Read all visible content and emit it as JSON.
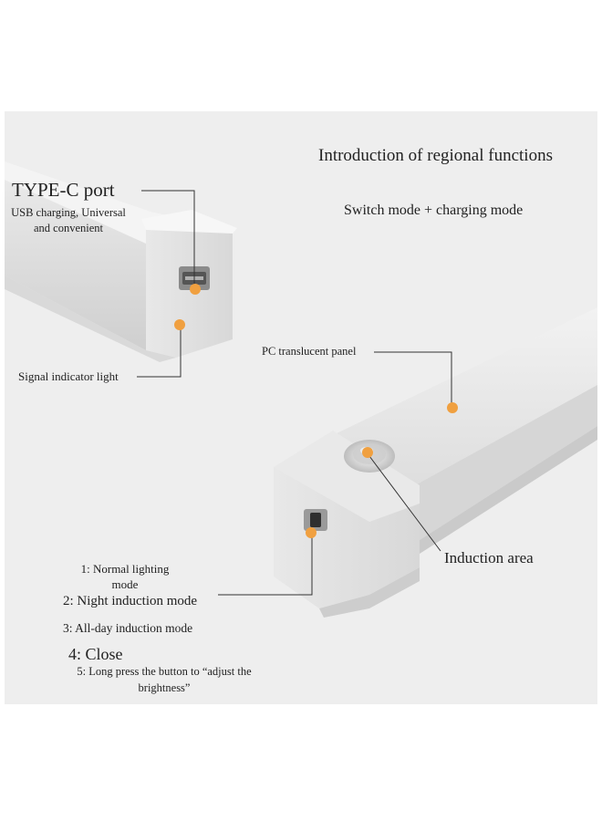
{
  "header": {
    "title": "Introduction of regional functions",
    "subtitle": "Switch mode + charging mode"
  },
  "callouts": {
    "typec_title": "TYPE-C port",
    "typec_desc_line1": "USB charging, Universal",
    "typec_desc_line2": "and convenient",
    "signal_light": "Signal indicator light",
    "pc_panel": "PC translucent panel",
    "induction_area": "Induction area"
  },
  "modes": {
    "m1_line1": "1: Normal lighting",
    "m1_line2": "mode",
    "m2": "2: Night induction mode",
    "m3": "3: All-day induction mode",
    "m4": "4: Close",
    "m5_line1": "5: Long press the button to “adjust the",
    "m5_line2": "brightness”"
  },
  "colors": {
    "background": "#eeeeee",
    "marker": "#f0a040",
    "leader_line": "#333333"
  }
}
